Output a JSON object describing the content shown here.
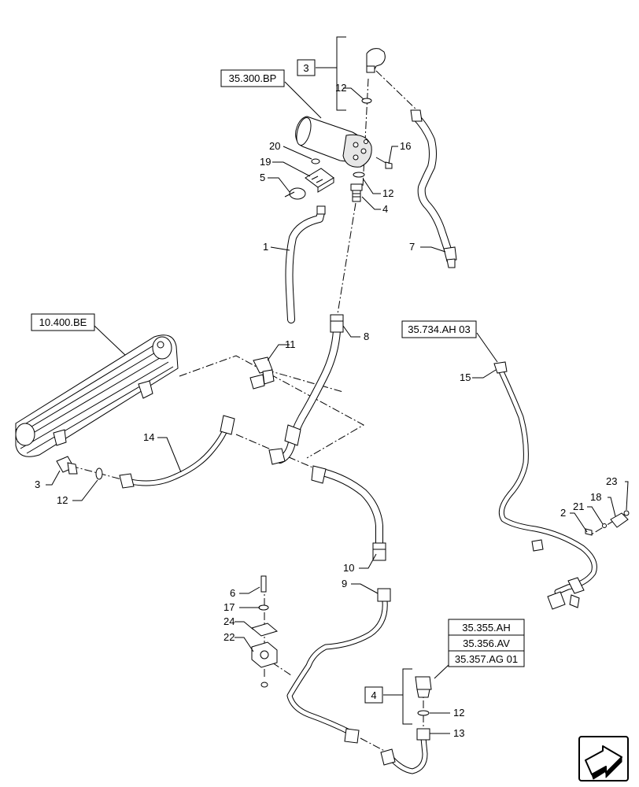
{
  "diagram": {
    "references": {
      "ref_35_300_bp": "35.300.BP",
      "ref_10_400_be": "10.400.BE",
      "ref_35_734_ah": "35.734.AH 03",
      "ref_35_355_ah": "35.355.AH",
      "ref_35_356_av": "35.356.AV",
      "ref_35_357_ag": "35.357.AG 01"
    },
    "groups": {
      "group_3": "3",
      "group_4": "4"
    },
    "callouts": {
      "c12_top": "12",
      "c20": "20",
      "c19": "19",
      "c5": "5",
      "c16": "16",
      "c12_mid": "12",
      "c4": "4",
      "c1": "1",
      "c7": "7",
      "c8": "8",
      "c11": "11",
      "c14": "14",
      "c3": "3",
      "c12_left": "12",
      "c15": "15",
      "c2": "2",
      "c21": "21",
      "c18": "18",
      "c23": "23",
      "c10": "10",
      "c9": "9",
      "c6": "6",
      "c17": "17",
      "c24": "24",
      "c22": "22",
      "c12_bottom": "12",
      "c13": "13"
    },
    "nav_icon": "arrow-right-icon"
  }
}
